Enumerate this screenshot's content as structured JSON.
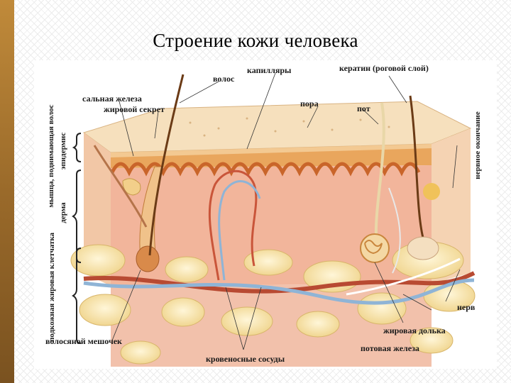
{
  "slide": {
    "title": "Строение кожи человека"
  },
  "colors": {
    "accent_bar": "#9a6a2a",
    "skin_top": "#f3d6b0",
    "dermis": "#f1b39a",
    "fat": "#f7e3a4"
  },
  "labels": {
    "sebaceous_gland": "сальная железа",
    "sebum": "жировой секрет",
    "hair": "волос",
    "capillaries": "капилляры",
    "pore": "пора",
    "keratin": "кератин (роговой слой)",
    "sweat": "пот",
    "nerve_ending": "нервное окончание",
    "arrector_muscle": "мышца, поднимающая волос",
    "epidermis": "эпидермис",
    "dermis": "дерма",
    "subcutaneous_fat": "подкожная жировая клетчатка",
    "nerve": "нерв",
    "fat_lobule": "жировая долька",
    "sweat_gland": "потовая железа",
    "hair_follicle": "волосяной мешочек",
    "blood_vessels": "кровеносные сосуды"
  }
}
